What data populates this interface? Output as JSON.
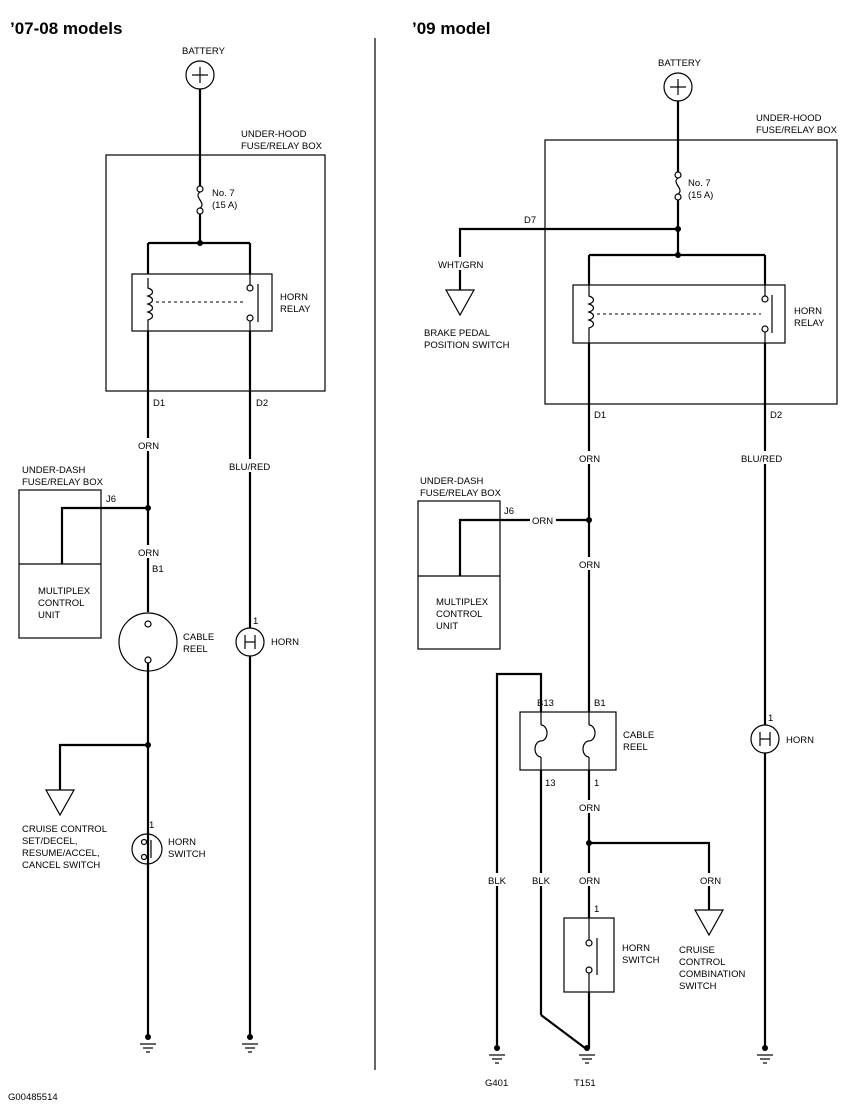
{
  "left": {
    "title": "’07-08 models",
    "battery": "BATTERY",
    "fuse_box": [
      "UNDER-HOOD",
      "FUSE/RELAY BOX"
    ],
    "fuse": [
      "No. 7",
      "(15 A)"
    ],
    "relay": [
      "HORN",
      "RELAY"
    ],
    "d1": "D1",
    "d2": "D2",
    "orn1": "ORN",
    "blu_red": "BLU/RED",
    "dash_box": [
      "UNDER-DASH",
      "FUSE/RELAY BOX"
    ],
    "j6": "J6",
    "orn2": "ORN",
    "b1": "B1",
    "mcu": [
      "MULTIPLEX",
      "CONTROL",
      "UNIT"
    ],
    "cable_reel": [
      "CABLE",
      "REEL"
    ],
    "horn_pin": "1",
    "horn": "HORN",
    "cruise": [
      "CRUISE CONTROL",
      "SET/DECEL,",
      "RESUME/ACCEL,",
      "CANCEL SWITCH"
    ],
    "switch_pin": "1",
    "horn_switch": [
      "HORN",
      "SWITCH"
    ]
  },
  "right": {
    "title": "’09 model",
    "battery": "BATTERY",
    "fuse_box": [
      "UNDER-HOOD",
      "FUSE/RELAY BOX"
    ],
    "fuse": [
      "No. 7",
      "(15 A)"
    ],
    "d7": "D7",
    "wht_grn": "WHT/GRN",
    "brake": [
      "BRAKE PEDAL",
      "POSITION SWITCH"
    ],
    "relay": [
      "HORN",
      "RELAY"
    ],
    "d1": "D1",
    "d2": "D2",
    "orn1": "ORN",
    "blu_red": "BLU/RED",
    "dash_box": [
      "UNDER-DASH",
      "FUSE/RELAY BOX"
    ],
    "j6": "J6",
    "orn_j6": "ORN",
    "orn2": "ORN",
    "mcu": [
      "MULTIPLEX",
      "CONTROL",
      "UNIT"
    ],
    "b13": "B13",
    "b1": "B1",
    "cable_reel": [
      "CABLE",
      "REEL"
    ],
    "pin13": "13",
    "pin1": "1",
    "orn3": "ORN",
    "horn_pin": "1",
    "horn": "HORN",
    "blk1": "BLK",
    "blk2": "BLK",
    "orn4": "ORN",
    "orn5": "ORN",
    "switch_pin": "1",
    "horn_switch": [
      "HORN",
      "SWITCH"
    ],
    "cruise": [
      "CRUISE",
      "CONTROL",
      "COMBINATION",
      "SWITCH"
    ],
    "g401": "G401",
    "t151": "T151"
  },
  "figure_id": "G00485514"
}
